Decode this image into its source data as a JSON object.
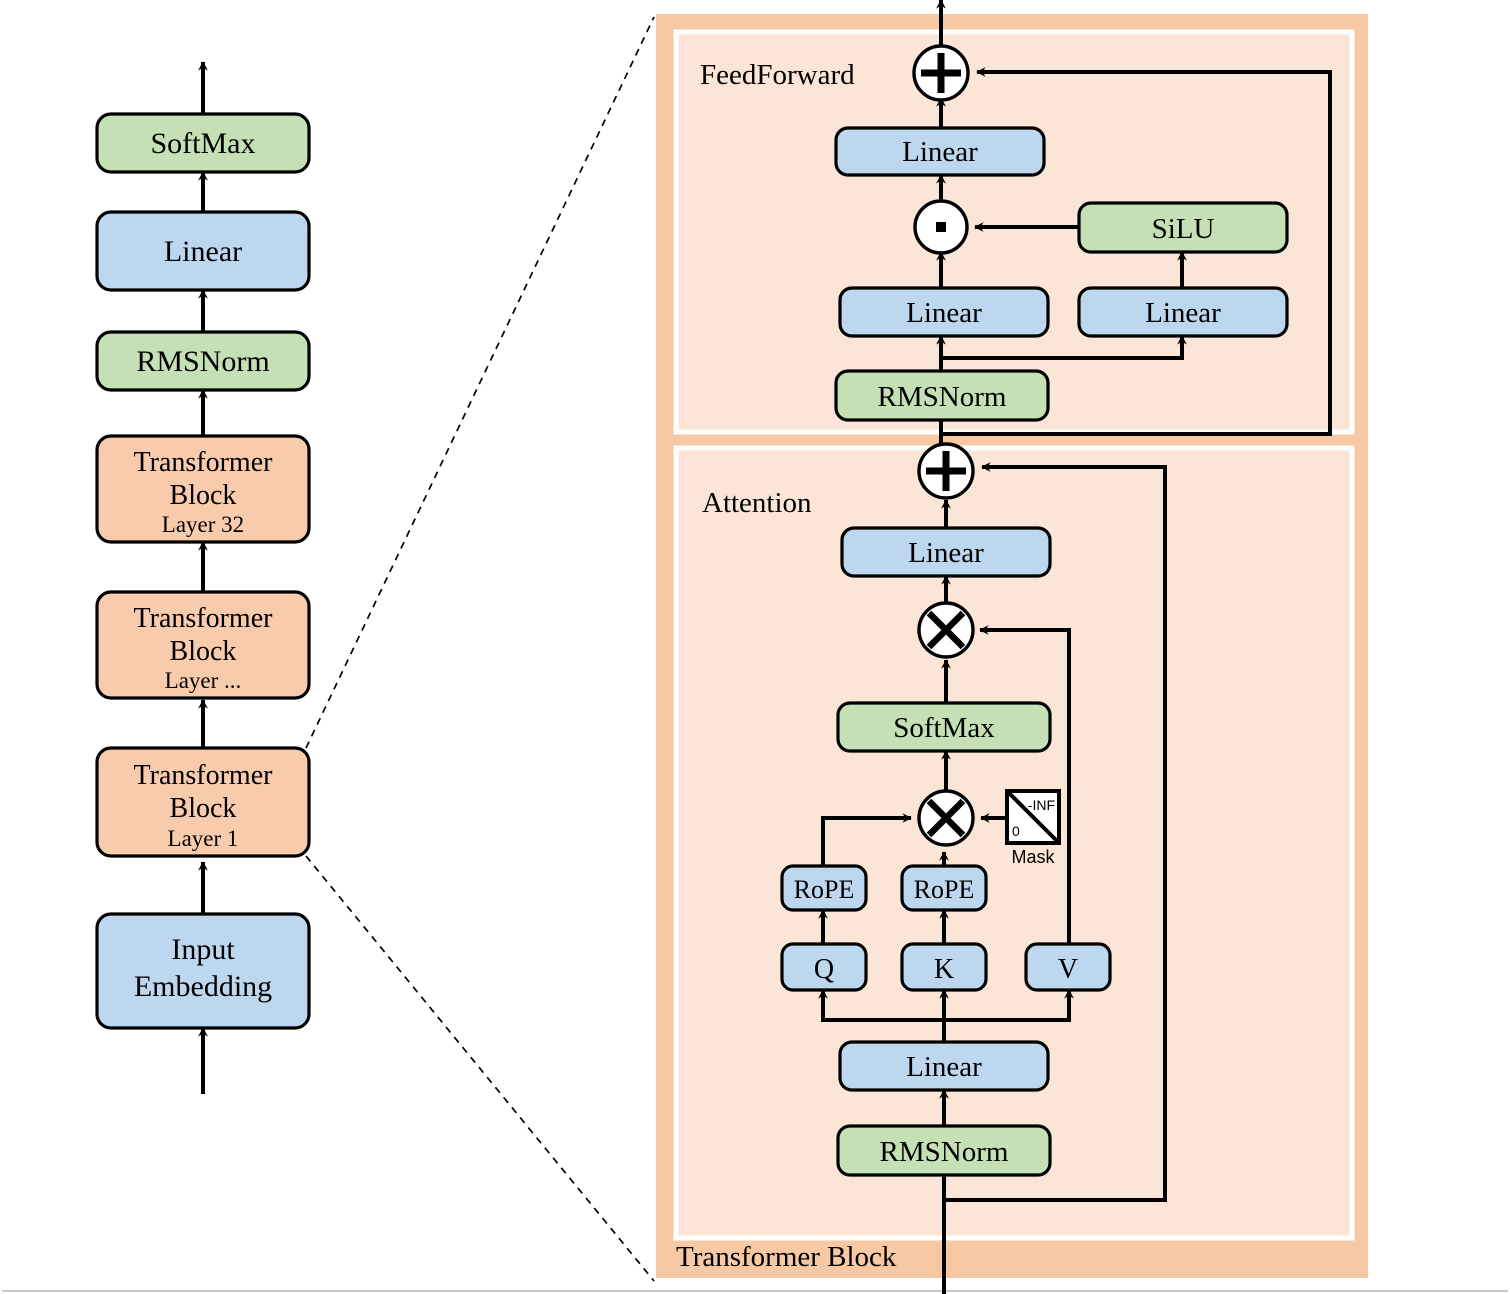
{
  "figure": {
    "title": "Transformer (LLaMA-style) architecture diagram",
    "colors": {
      "green": "#C5E0B4",
      "blue": "#BDD7EE",
      "orange": "#F8CBAD",
      "panel_outer": "#F6C9A4",
      "panel_inner": "#FBE5D6",
      "stroke": "#000000",
      "background": "#FFFFFF"
    }
  },
  "left_stack": {
    "name": "model-overview-stack",
    "nodes": [
      {
        "id": "softmax",
        "label": "SoftMax",
        "sublabel": "",
        "color": "green"
      },
      {
        "id": "linear",
        "label": "Linear",
        "sublabel": "",
        "color": "blue"
      },
      {
        "id": "rmsnorm",
        "label": "RMSNorm",
        "sublabel": "",
        "color": "green"
      },
      {
        "id": "block-32",
        "label": "Transformer Block",
        "sublabel": "Layer 32",
        "color": "orange"
      },
      {
        "id": "block-dots",
        "label": "Transformer Block",
        "sublabel": "Layer ...",
        "color": "orange"
      },
      {
        "id": "block-1",
        "label": "Transformer Block",
        "sublabel": "Layer 1",
        "color": "orange"
      },
      {
        "id": "input-embedding",
        "label": "Input Embedding",
        "sublabel": "",
        "color": "blue"
      }
    ]
  },
  "transformer_block": {
    "label": "Transformer Block",
    "feedforward": {
      "label": "FeedForward",
      "nodes": [
        {
          "id": "ff-add",
          "label": "+",
          "type": "op-add"
        },
        {
          "id": "ff-linear-out",
          "label": "Linear",
          "color": "blue"
        },
        {
          "id": "ff-mul",
          "label": "·",
          "type": "op-dot"
        },
        {
          "id": "ff-silu",
          "label": "SiLU",
          "color": "green"
        },
        {
          "id": "ff-linear-gate",
          "label": "Linear",
          "color": "blue"
        },
        {
          "id": "ff-linear-up",
          "label": "Linear",
          "color": "blue"
        },
        {
          "id": "ff-rmsnorm",
          "label": "RMSNorm",
          "color": "green"
        }
      ]
    },
    "attention": {
      "label": "Attention",
      "nodes": [
        {
          "id": "att-add",
          "label": "+",
          "type": "op-add"
        },
        {
          "id": "att-linear-out",
          "label": "Linear",
          "color": "blue"
        },
        {
          "id": "att-mul-v",
          "label": "×",
          "type": "op-mul"
        },
        {
          "id": "att-softmax",
          "label": "SoftMax",
          "color": "green"
        },
        {
          "id": "att-mul-qk",
          "label": "×",
          "type": "op-mul"
        },
        {
          "id": "att-rope-q",
          "label": "RoPE",
          "color": "blue"
        },
        {
          "id": "att-rope-k",
          "label": "RoPE",
          "color": "blue"
        },
        {
          "id": "att-q",
          "label": "Q",
          "color": "blue"
        },
        {
          "id": "att-k",
          "label": "K",
          "color": "blue"
        },
        {
          "id": "att-v",
          "label": "V",
          "color": "blue"
        },
        {
          "id": "att-linear-qkv",
          "label": "Linear",
          "color": "blue"
        },
        {
          "id": "att-rmsnorm",
          "label": "RMSNorm",
          "color": "green"
        }
      ],
      "mask": {
        "caption": "Mask",
        "upper_right_value": "-INF",
        "lower_left_value": "0"
      }
    }
  }
}
